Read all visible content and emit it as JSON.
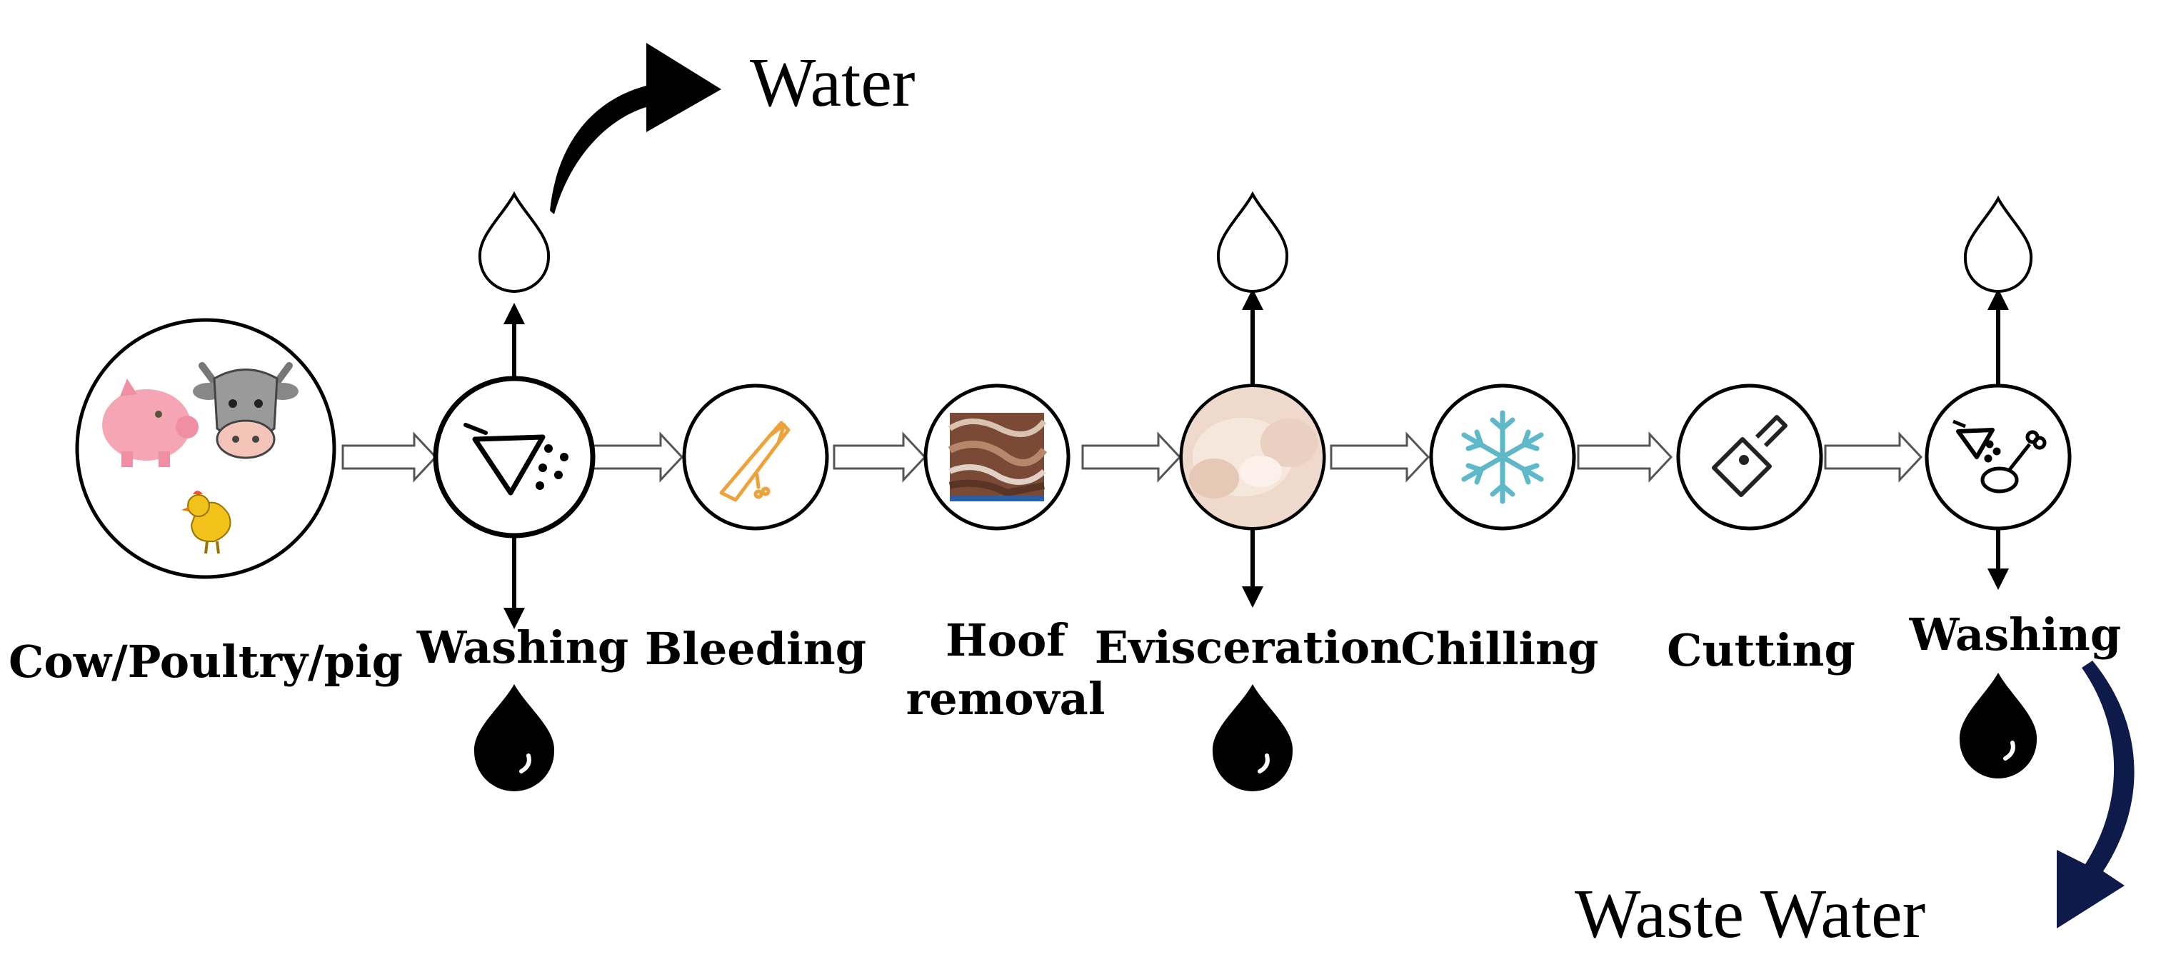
{
  "title_water": "Water",
  "title_waste_water": "Waste Water",
  "stages": [
    {
      "label": "Cow/Poultry/pig",
      "icon": "animals-icon"
    },
    {
      "label": "Washing",
      "icon": "spray-nozzle-icon"
    },
    {
      "label": "Bleeding",
      "icon": "knife-blood-icon"
    },
    {
      "label_line1": "Hoof",
      "label_line2": "removal",
      "icon": "feathers-photo-icon"
    },
    {
      "label": "Evisceration",
      "icon": "carcass-photo-icon"
    },
    {
      "label": "Chilling",
      "icon": "snowflake-icon"
    },
    {
      "label": "Cutting",
      "icon": "cleaver-icon"
    },
    {
      "label": "Washing",
      "icon": "spray-drumstick-icon"
    }
  ],
  "colors": {
    "clean_water": "#ffffff",
    "waste_water": "#000000",
    "waste_arrow": "#0d1a4a",
    "snowflake": "#5db8c9",
    "knife": "#f0a23a",
    "pig": "#f6a5b5",
    "chicken": "#f2c21b",
    "cow": "#9a9a9a"
  }
}
